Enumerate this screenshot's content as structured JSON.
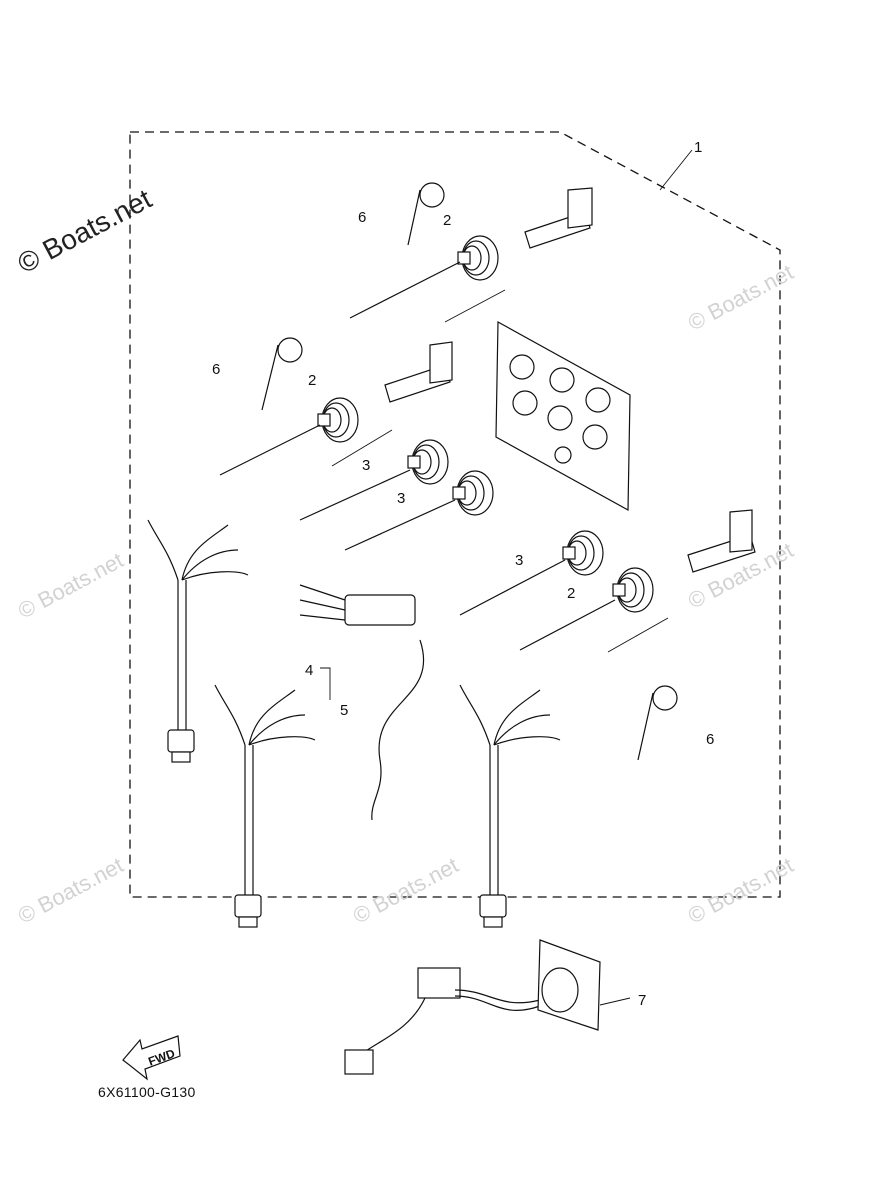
{
  "watermark_main": "© Boats.net",
  "watermark_faint": "© Boats.net",
  "diagram_code": "6X61100-G130",
  "fwd_label": "FWD",
  "callouts": {
    "c1": "1",
    "c2a": "2",
    "c2b": "2",
    "c2c": "2",
    "c3a": "3",
    "c3b": "3",
    "c3c": "3",
    "c4": "4",
    "c5": "5",
    "c6a": "6",
    "c6b": "6",
    "c6c": "6",
    "c7": "7"
  }
}
